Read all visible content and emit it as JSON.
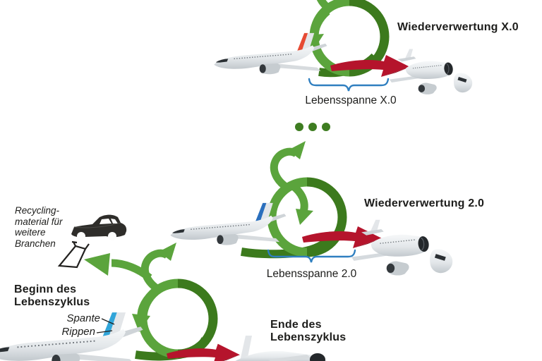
{
  "colors": {
    "green_light": "#5ba43c",
    "green_dark": "#3c7a1d",
    "dots_green": "#3e7d21",
    "red_arrow": "#b5142c",
    "red_arrow_dark": "#8c0f22",
    "stripe_red": "#e64a33",
    "stripe_blue": "#2a6fbd",
    "stripe_cyan": "#31a5d9",
    "brace_blue": "#2f7fc0",
    "text": "#1d1d1b"
  },
  "labels": {
    "cycle_x": {
      "recycling": "Wiederverwertung X.0",
      "lifespan": "Lebensspanne X.0"
    },
    "cycle_2": {
      "recycling": "Wiederverwertung 2.0",
      "lifespan": "Lebensspanne 2.0"
    },
    "begin": "Beginn des\nLebenszyklus",
    "end": "Ende des\nLebenszyklus",
    "spante": "Spante",
    "rippen": "Rippen",
    "recycling_material": "Recycling-\nmaterial für\nweitere\nBranchen"
  },
  "icons": {
    "cycle_loop": "green-recycle-loop-arrow",
    "transfer": "red-transfer-arrow",
    "continuation": "ellipsis-dots",
    "aircraft": "airliner-side-view",
    "aircraft_disassembled": "airliner-disassembled",
    "car": "car-body-frame",
    "bike": "bicycle-frame",
    "brace": "curly-brace"
  }
}
